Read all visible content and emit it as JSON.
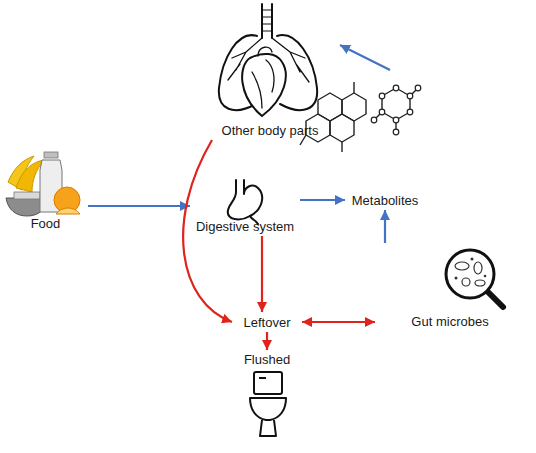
{
  "diagram": {
    "nodes": [
      {
        "text": [
          "Other body parts"
        ]
      },
      {
        "text": [
          "Food"
        ]
      },
      {
        "text": [
          "Digestive system"
        ]
      },
      {
        "text": [
          "Metabolites"
        ]
      },
      {
        "text": [
          "Leftover"
        ]
      },
      {
        "text": [
          "Gut microbes"
        ]
      },
      {
        "text": [
          "Flushed"
        ]
      }
    ],
    "edges": [
      {
        "from": 1,
        "to": 2,
        "arrow": "to"
      },
      {
        "from": 2,
        "to": 3,
        "arrow": "to"
      },
      {
        "from": 5,
        "to": 3,
        "arrow": "to"
      },
      {
        "from": 3,
        "to": 0,
        "arrow": "to"
      },
      {
        "from": 0,
        "to": 4,
        "arrow": "to"
      },
      {
        "from": 2,
        "to": 4,
        "arrow": "to"
      },
      {
        "from": 4,
        "to": 5,
        "arrow": "both"
      },
      {
        "from": 4,
        "to": 6,
        "arrow": "to"
      }
    ]
  }
}
